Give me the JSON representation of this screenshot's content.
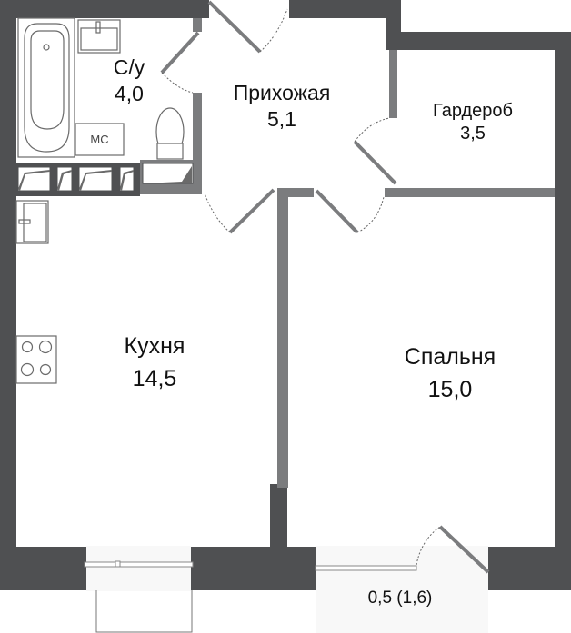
{
  "plan": {
    "colors": {
      "outer_wall": "#4f5052",
      "inner_wall": "#7b7c7e",
      "fixture_stroke": "#6a6a6a",
      "balcony_bg": "#f8f8f8",
      "background": "#ffffff"
    },
    "rooms": [
      {
        "id": "bathroom",
        "name": "С/у",
        "area": "4,0"
      },
      {
        "id": "hallway",
        "name": "Прихожая",
        "area": "5,1"
      },
      {
        "id": "wardrobe",
        "name": "Гардероб",
        "area": "3,5"
      },
      {
        "id": "kitchen",
        "name": "Кухня",
        "area": "14,5"
      },
      {
        "id": "bedroom",
        "name": "Спальня",
        "area": "15,0"
      }
    ],
    "balcony": {
      "label": "0,5 (1,6)"
    },
    "fixtures": {
      "washing_machine_label": "МС"
    }
  }
}
